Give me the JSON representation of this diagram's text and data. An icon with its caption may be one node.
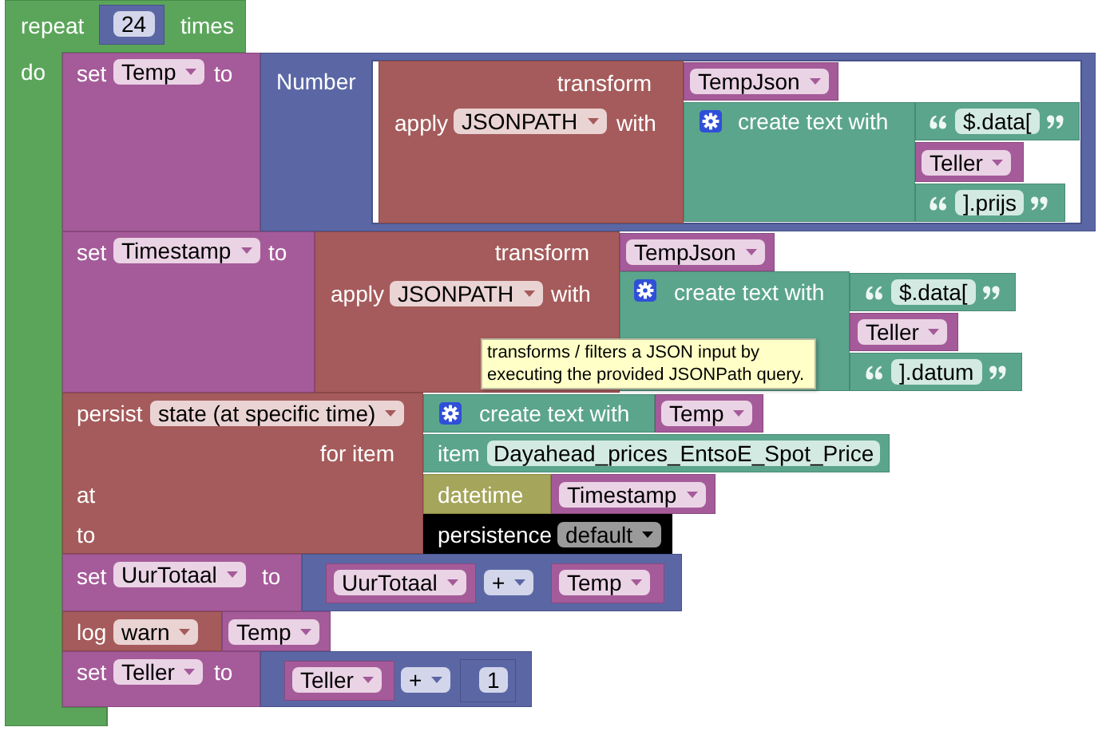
{
  "diagram": {
    "nodes": [
      {
        "text": [
          "repeat",
          "times",
          "do"
        ]
      },
      {
        "text": [
          "24"
        ],
        "in": 0
      },
      {
        "text": [
          "set",
          "Temp",
          "to"
        ]
      },
      {
        "text": [
          "Number"
        ]
      },
      {
        "text": [
          "transform",
          "apply",
          "JSONPATH",
          "with"
        ],
        "in": 3
      },
      {
        "text": [
          "TempJson"
        ],
        "in": 3
      },
      {
        "text": [
          "create text with"
        ],
        "in": 3
      },
      {
        "text": [
          "$.data["
        ],
        "in": 3
      },
      {
        "text": [
          "Teller"
        ],
        "in": 3
      },
      {
        "text": [
          "].prijs"
        ],
        "in": 3
      },
      {
        "text": [
          "set",
          "Timestamp",
          "to"
        ]
      },
      {
        "text": [
          "transform",
          "apply",
          "JSONPATH",
          "with"
        ]
      },
      {
        "text": [
          "TempJson"
        ]
      },
      {
        "text": [
          "create text with"
        ]
      },
      {
        "text": [
          "$.data["
        ]
      },
      {
        "text": [
          "Teller"
        ]
      },
      {
        "text": [
          "].datum"
        ]
      },
      {
        "text": [
          "transforms / filters a JSON input by executing the provided JSONPath query."
        ]
      },
      {
        "text": [
          "persist",
          "state (at specific time)",
          "for item",
          "at",
          "to"
        ]
      },
      {
        "text": [
          "create text with"
        ]
      },
      {
        "text": [
          "Temp"
        ]
      },
      {
        "text": [
          "item",
          "Dayahead_prices_EntsoE_Spot_Price"
        ]
      },
      {
        "text": [
          "datetime"
        ]
      },
      {
        "text": [
          "Timestamp"
        ]
      },
      {
        "text": [
          "persistence",
          "default"
        ]
      },
      {
        "text": [
          "set",
          "UurTotaal",
          "to"
        ]
      },
      {
        "text": [
          "+"
        ]
      },
      {
        "text": [
          "UurTotaal"
        ],
        "in": 26
      },
      {
        "text": [
          "Temp"
        ],
        "in": 26
      },
      {
        "text": [
          "log",
          "warn"
        ]
      },
      {
        "text": [
          "Temp"
        ]
      },
      {
        "text": [
          "set",
          "Teller",
          "to"
        ]
      },
      {
        "text": [
          "+"
        ]
      },
      {
        "text": [
          "Teller"
        ],
        "in": 32
      },
      {
        "text": [
          "1"
        ],
        "in": 32
      }
    ]
  }
}
